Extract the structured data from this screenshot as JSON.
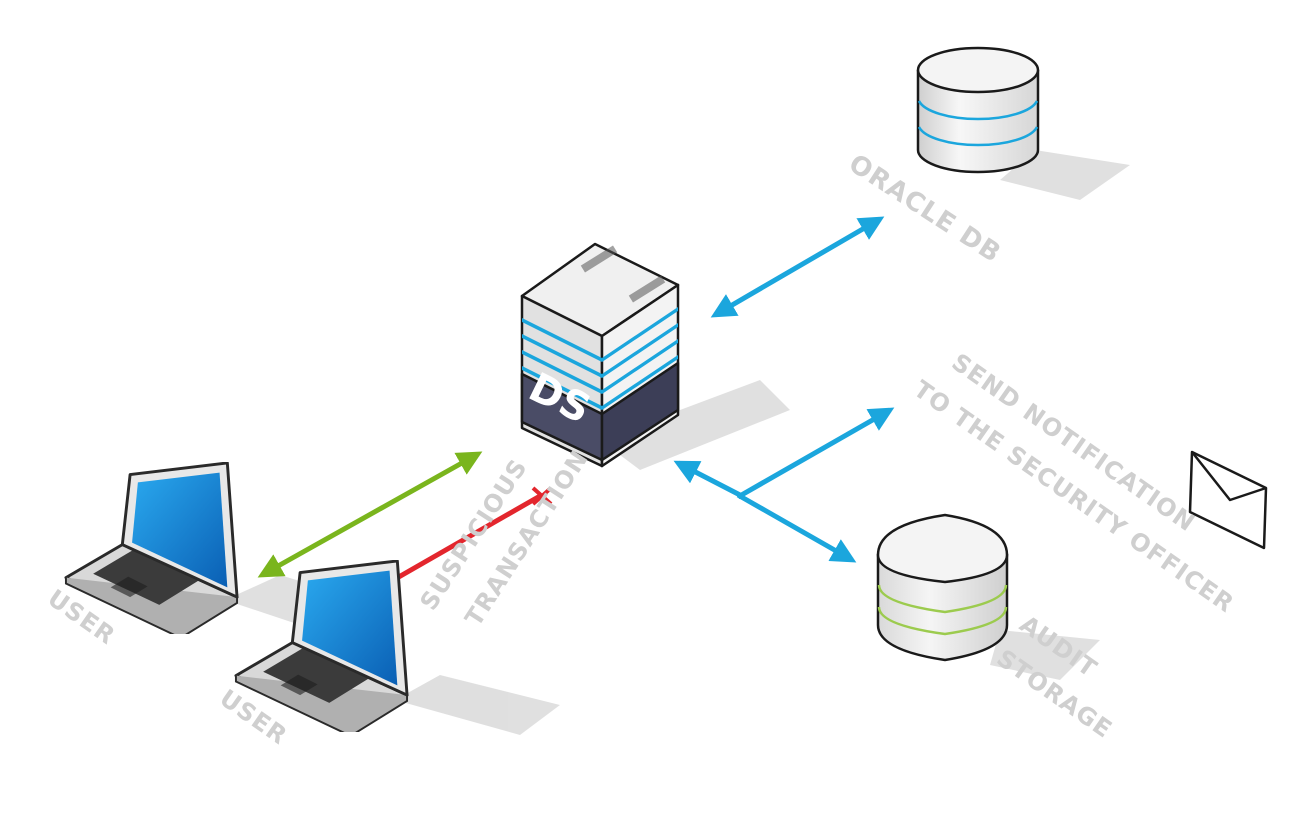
{
  "labels": {
    "oracle_db": "ORACLE DB",
    "notify_line1": "SEND NOTIFICATION",
    "notify_line2": "TO THE SECURITY OFFICER",
    "audit_line1": "AUDIT",
    "audit_line2": "STORAGE",
    "user_1": "USER",
    "user_2": "USER",
    "suspicious_line1": "SUSPICIOUS",
    "suspicious_line2": "TRANSACTION",
    "server_badge": "DS"
  },
  "colors": {
    "allowed_link": "#7ab51d",
    "blocked_link": "#e3262d",
    "data_link": "#1ba6dd",
    "server_stripe": "#1ba6dd",
    "audit_stripe": "#9ccb4e",
    "label_gray": "#cfcfcf"
  },
  "icons": {
    "server": "server-icon",
    "database": "database-icon",
    "storage": "storage-icon",
    "envelope": "envelope-icon",
    "laptop": "laptop-icon"
  }
}
